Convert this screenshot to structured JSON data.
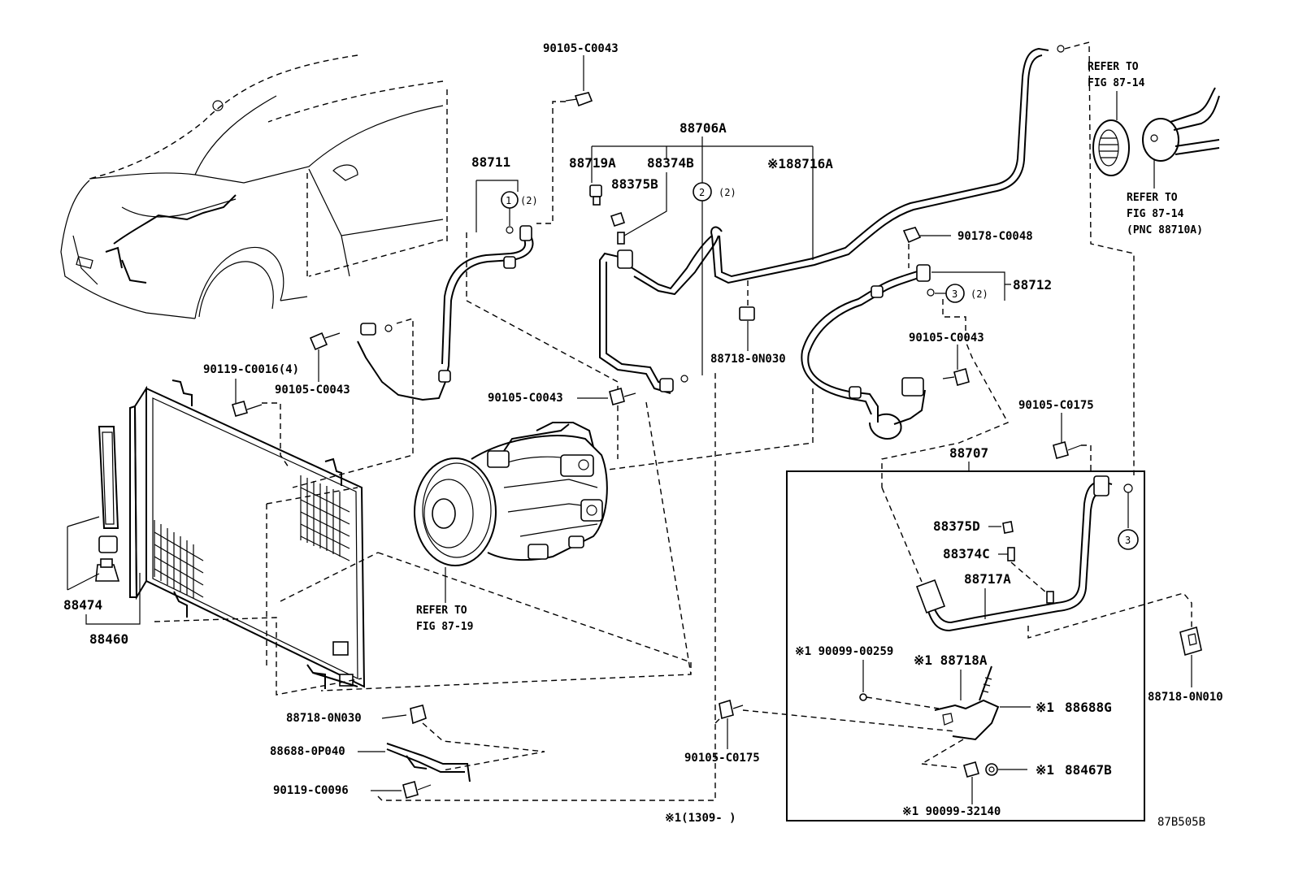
{
  "labels": {
    "p_90105_c0043_top": "90105-C0043",
    "p_88711": "88711",
    "p_88711_qty": "(2)",
    "p_88706a": "88706A",
    "p_88719a": "88719A",
    "p_88374b": "88374B",
    "p_88375b": "88375B",
    "p_88716a": "※188716A",
    "p_88706a_qty": "(2)",
    "p_refer_87_14_a_1": "REFER TO",
    "p_refer_87_14_a_2": "FIG 87-14",
    "p_refer_87_14_b_1": "REFER TO",
    "p_refer_87_14_b_2": "FIG 87-14",
    "p_refer_87_14_b_3": "(PNC 88710A)",
    "p_90178_c0048": "90178-C0048",
    "p_88712": "88712",
    "p_88712_qty": "(2)",
    "p_90105_c0043_right": "90105-C0043",
    "p_88718_0n030_mid": "88718-0N030",
    "p_90119_c0016": "90119-C0016(4)",
    "p_90105_c0043_left": "90105-C0043",
    "p_90105_c0043_center": "90105-C0043",
    "p_90105_c0175_top": "90105-C0175",
    "p_88707": "88707",
    "p_88375d": "88375D",
    "p_88374c": "88374C",
    "p_88717a": "88717A",
    "p_90099_00259": "※1 90099-00259",
    "p_88718a": "※1 88718A",
    "p_88688g_mark": "※1",
    "p_88688g": "88688G",
    "p_88467b_mark": "※1",
    "p_88467b": "88467B",
    "p_90099_32140": "※1 90099-32140",
    "p_88718_0n010": "88718-0N010",
    "p_88474": "88474",
    "p_88460": "88460",
    "p_refer_87_19_1": "REFER TO",
    "p_refer_87_19_2": "FIG 87-19",
    "p_88718_0n030_low": "88718-0N030",
    "p_88688_0p040": "88688-0P040",
    "p_90119_c0096": "90119-C0096",
    "p_90105_c0175_low": "90105-C0175",
    "p_footnote": "※1(1309-     )",
    "p_figure_code": "87B505B"
  },
  "callouts": {
    "c1": "1",
    "c2": "2",
    "c3a": "3",
    "c3b": "3"
  }
}
